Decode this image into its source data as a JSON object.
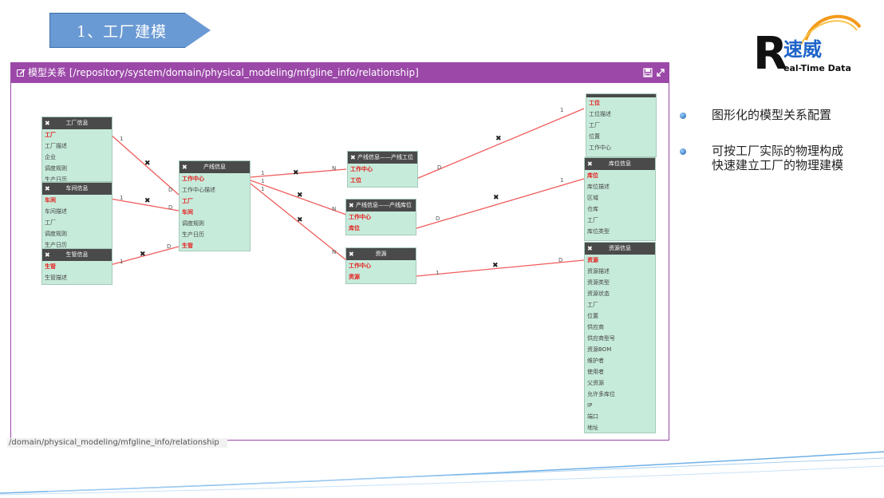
{
  "header": {
    "title": "1、工厂建模"
  },
  "logo": {
    "brand_letter": "R",
    "brand_cn": "速威",
    "brand_en": "eal-Time Data"
  },
  "editor": {
    "title": "模型关系 [/repository/system/domain/physical_modeling/mfgline_info/relationship]",
    "status_path": "/domain/physical_modeling/mfgline_info/relationship"
  },
  "entities": {
    "factory": {
      "title": "工厂信息",
      "fields": [
        "工厂",
        "工厂描述",
        "企业",
        "调度规则",
        "生产日历"
      ]
    },
    "workshop": {
      "title": "车间信息",
      "fields": [
        "车间",
        "车间描述",
        "工厂",
        "调度规则",
        "生产日历"
      ]
    },
    "production": {
      "title": "生管信息",
      "fields": [
        "生管",
        "生管描述"
      ]
    },
    "line": {
      "title": "产线信息",
      "fields": [
        "工作中心",
        "工作中心描述",
        "工厂",
        "车间",
        "调度规则",
        "生产日历",
        "生管"
      ]
    },
    "line_station": {
      "title": "产线信息——产线工位",
      "fields": [
        "工作中心",
        "工位"
      ]
    },
    "line_warehouse": {
      "title": "产线信息——产线库位",
      "fields": [
        "工作中心",
        "库位"
      ]
    },
    "resource_link": {
      "title": "资源",
      "fields": [
        "工作中心",
        "资源"
      ]
    },
    "station": {
      "title": "",
      "fields": [
        "工位",
        "工位描述",
        "工厂",
        "位置",
        "工作中心"
      ]
    },
    "warehouse": {
      "title": "库位信息",
      "fields": [
        "库位",
        "库位描述",
        "区域",
        "仓库",
        "工厂",
        "库位类型"
      ]
    },
    "resource": {
      "title": "资源信息",
      "fields": [
        "资源",
        "资源描述",
        "资源类型",
        "资源状态",
        "工厂",
        "位置",
        "供应商",
        "供应商型号",
        "资源BOM",
        "维护者",
        "使用者",
        "父资源",
        "允许多库位",
        "IP",
        "端口",
        "地址"
      ]
    }
  },
  "relations": {
    "one": "1",
    "many_n": "N",
    "many_d": "D"
  },
  "bullets": [
    "图形化的模型关系配置",
    "可按工厂实际的物理构成快速建立工厂的物理建模"
  ]
}
